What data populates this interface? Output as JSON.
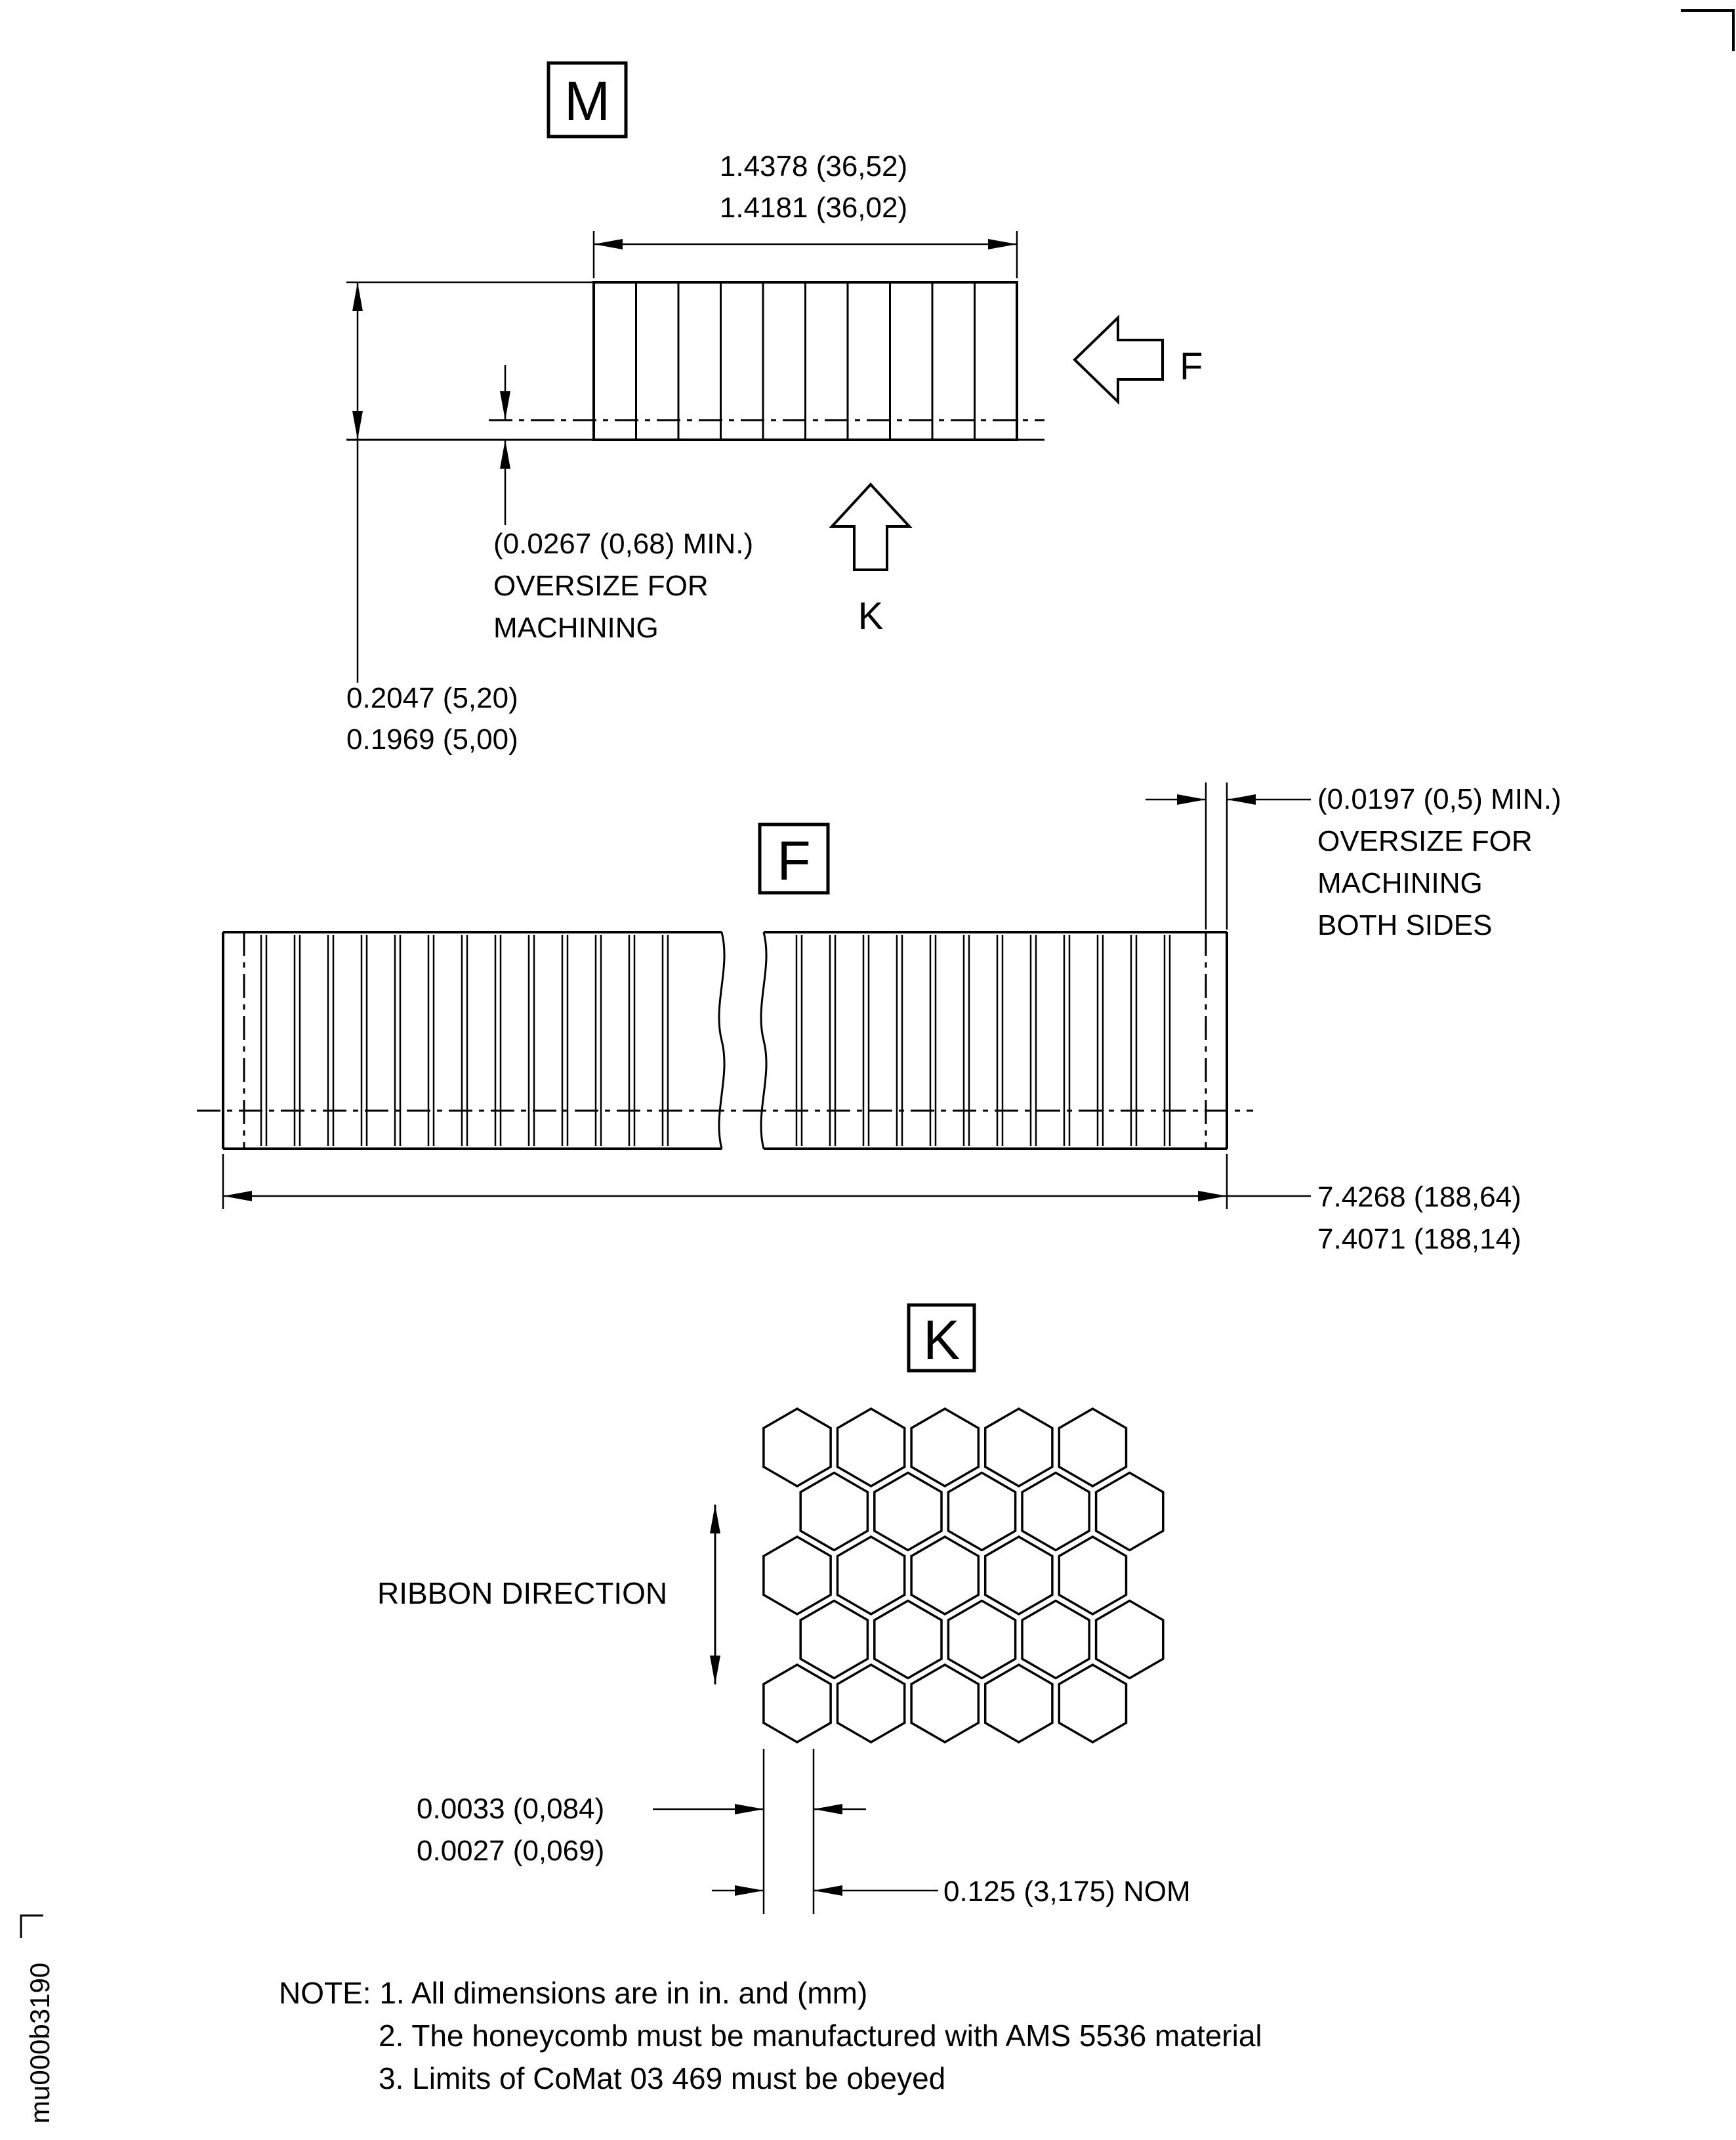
{
  "ink": "#000000",
  "doc_number": "mu000b3190",
  "views": {
    "m": {
      "label": "M",
      "dim_width_line1": "1.4378 (36,52)",
      "dim_width_line2": "1.4181 (36,02)",
      "dim_height_line1": "0.2047 (5,20)",
      "dim_height_line2": "0.1969 (5,00)",
      "oversize_line1": "(0.0267 (0,68) MIN.)",
      "oversize_line2": "OVERSIZE FOR",
      "oversize_line3": "MACHINING",
      "arrow_f_label": "F",
      "arrow_k_label": "K"
    },
    "f": {
      "label": "F",
      "oversize_line1": "(0.0197 (0,5) MIN.)",
      "oversize_line2": "OVERSIZE FOR",
      "oversize_line3": "MACHINING",
      "oversize_line4": "BOTH SIDES",
      "dim_length_line1": "7.4268 (188,64)",
      "dim_length_line2": "7.4071 (188,14)"
    },
    "k": {
      "label": "K",
      "ribbon_label": "RIBBON DIRECTION",
      "wall_dim_line1": "0.0033 (0,084)",
      "wall_dim_line2": "0.0027 (0,069)",
      "cell_dim": "0.125 (3,175) NOM"
    }
  },
  "notes": {
    "line1": "NOTE: 1. All dimensions are in in. and (mm)",
    "line2": "2. The honeycomb must be manufactured with AMS 5536 material",
    "line3": "3. Limits of CoMat 03 469 must be obeyed"
  }
}
